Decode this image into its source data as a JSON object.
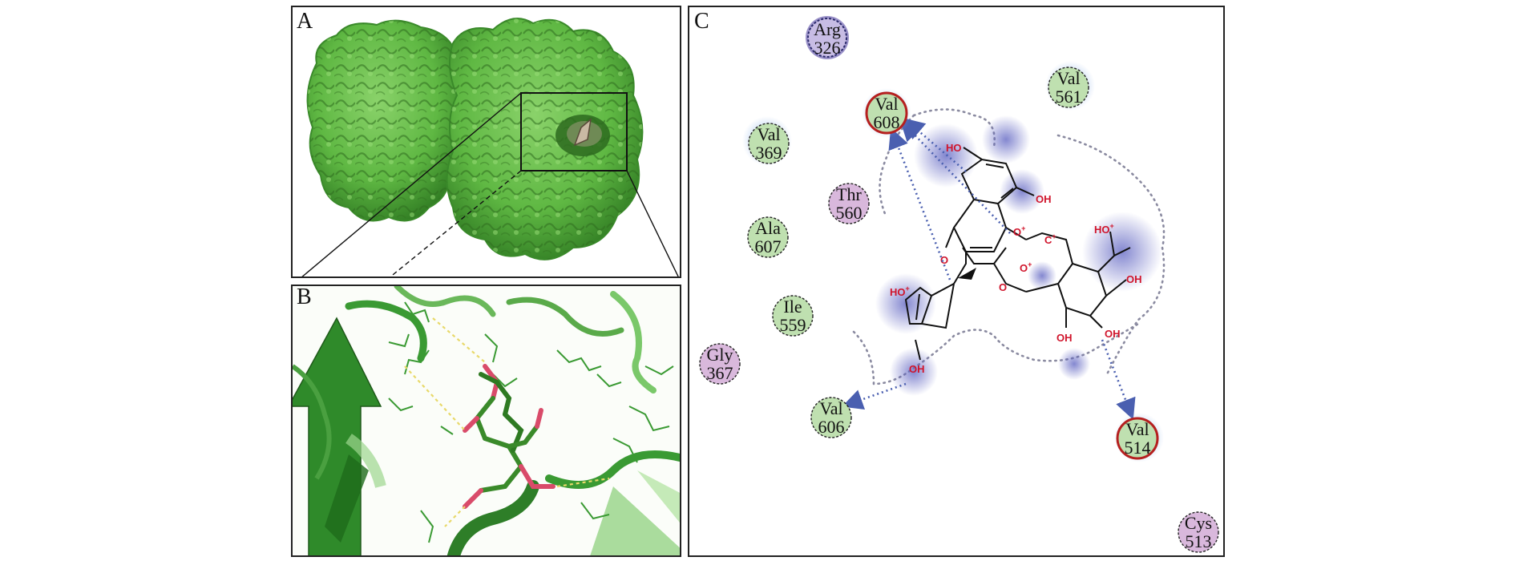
{
  "panels": {
    "a": {
      "label": "A"
    },
    "b": {
      "label": "B"
    },
    "c": {
      "label": "C"
    }
  },
  "residues": [
    {
      "name": "Arg",
      "num": "326",
      "kind": "charged"
    },
    {
      "name": "Val",
      "num": "608",
      "kind": "hbond-donor"
    },
    {
      "name": "Val",
      "num": "561",
      "kind": "hydrophobic"
    },
    {
      "name": "Val",
      "num": "369",
      "kind": "hydrophobic"
    },
    {
      "name": "Thr",
      "num": "560",
      "kind": "polar"
    },
    {
      "name": "Ala",
      "num": "607",
      "kind": "hydrophobic"
    },
    {
      "name": "Ile",
      "num": "559",
      "kind": "hydrophobic"
    },
    {
      "name": "Gly",
      "num": "367",
      "kind": "polar"
    },
    {
      "name": "Val",
      "num": "606",
      "kind": "hydrophobic"
    },
    {
      "name": "Val",
      "num": "514",
      "kind": "hbond-donor"
    },
    {
      "name": "Cys",
      "num": "513",
      "kind": "polar"
    }
  ],
  "atoms": {
    "ho1": "HO",
    "oh1": "OH",
    "ho2": "HO",
    "o1": "O",
    "o2": "O",
    "o3": "O",
    "o4": "O",
    "c_plus": "C",
    "oh2": "OH",
    "oh3": "OH",
    "oh4": "OH",
    "ho3": "HO",
    "oh5": "OH"
  },
  "colors": {
    "hydrophobic": "#bfe0b0",
    "polar": "#d9b8dc",
    "charged": "#b3a4d8",
    "residue_ring_hbond": "#b51f1f",
    "protein_green": "#5fb843",
    "hbond_arrow": "#4a5fb0",
    "atom_red": "#d0142b"
  }
}
